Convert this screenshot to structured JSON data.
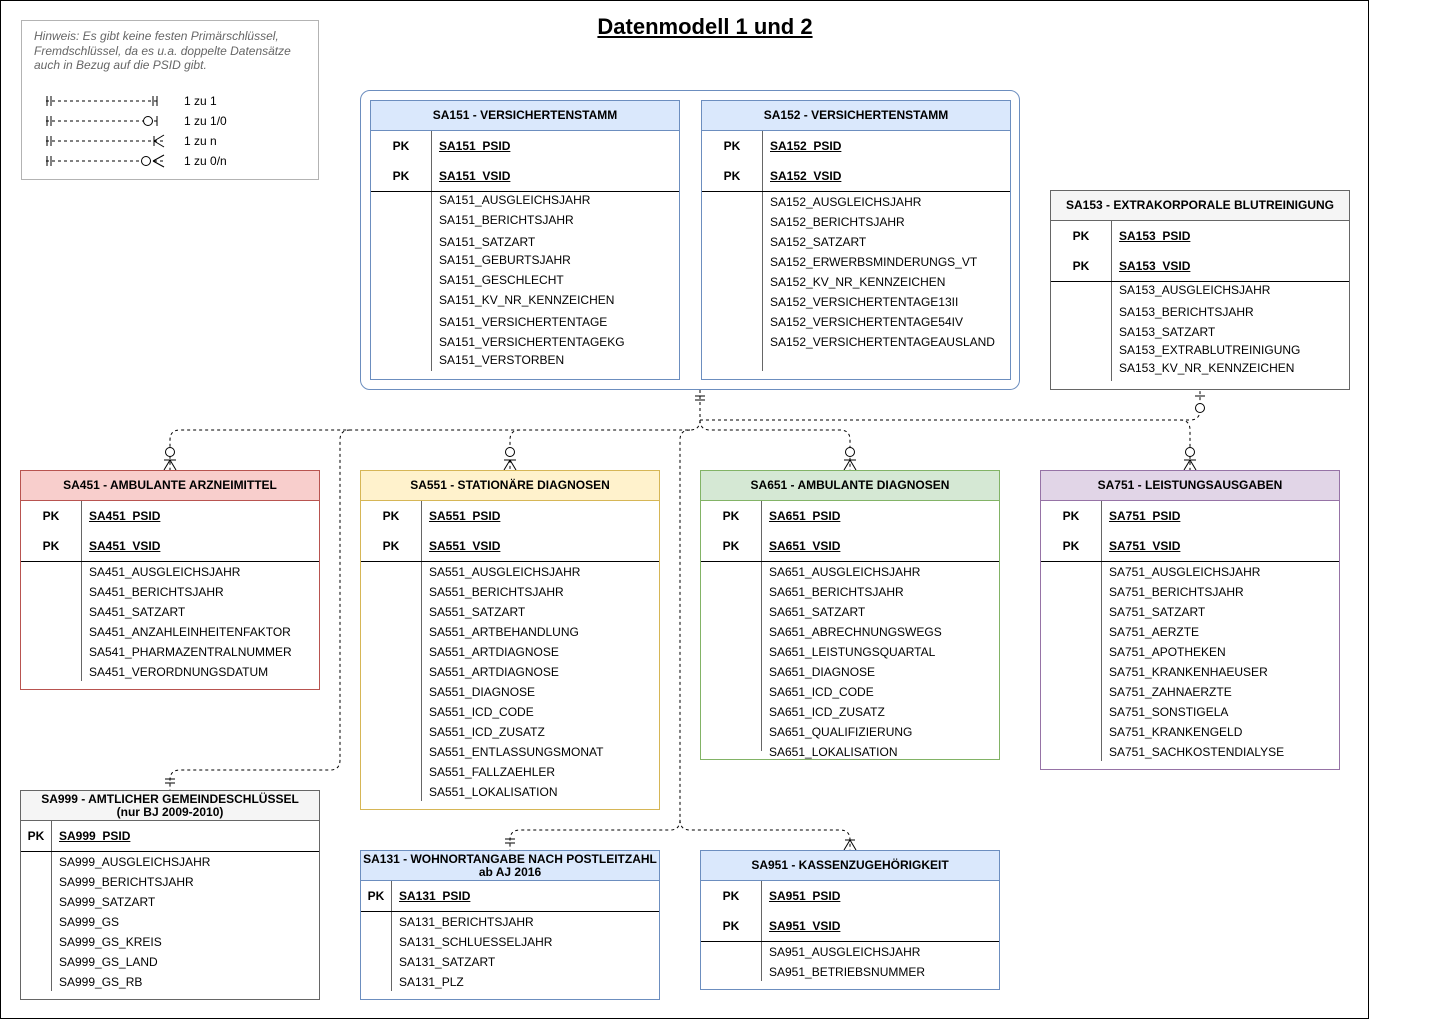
{
  "title": "Datenmodell 1 und 2",
  "legend": {
    "hint": "Hinweis: Es gibt keine festen Primärschlüssel, Fremdschlüssel, da es u.a. doppelte Datensätze auch in Bezug auf die PSID gibt.",
    "items": [
      {
        "label": "1 zu 1",
        "notation": "one-one"
      },
      {
        "label": "1 zu 1/0",
        "notation": "one-zero-one"
      },
      {
        "label": "1 zu n",
        "notation": "one-many"
      },
      {
        "label": "1 zu 0/n",
        "notation": "one-zero-many"
      }
    ]
  },
  "pk_label": "PK",
  "colors": {
    "blue_fill": "#dae8fc",
    "blue_stroke": "#6c8ebf",
    "red_fill": "#f8cecc",
    "red_stroke": "#b85450",
    "yellow_fill": "#fff2cc",
    "yellow_stroke": "#d6b656",
    "green_fill": "#d5e8d4",
    "green_stroke": "#82b366",
    "purple_fill": "#e1d5e7",
    "purple_stroke": "#9673a6",
    "gray_fill": "#f5f5f5",
    "gray_stroke": "#666666"
  },
  "tables": {
    "sa151": {
      "title": "SA151 - VERSICHERTENSTAMM",
      "pk": [
        "SA151_PSID",
        "SA151_VSID"
      ],
      "fields": [
        "SA151_AUSGLEICHSJAHR",
        "SA151_BERICHTSJAHR",
        "SA151_SATZART",
        "SA151_GEBURTSJAHR",
        "SA151_GESCHLECHT",
        "SA151_KV_NR_KENNZEICHEN",
        "SA151_VERSICHERTENTAGE",
        "SA151_VERSICHERTENTAGEKG",
        "SA151_VERSTORBEN"
      ]
    },
    "sa152": {
      "title": "SA152 - VERSICHERTENSTAMM",
      "pk": [
        "SA152_PSID",
        "SA152_VSID"
      ],
      "fields": [
        "SA152_AUSGLEICHSJAHR",
        "SA152_BERICHTSJAHR",
        "SA152_SATZART",
        "SA152_ERWERBSMINDERUNGS_VT",
        "SA152_KV_NR_KENNZEICHEN",
        "SA152_VERSICHERTENTAGE13II",
        "SA152_VERSICHERTENTAGE54IV",
        "SA152_VERSICHERTENTAGEAUSLAND"
      ]
    },
    "sa153": {
      "title": "SA153 - EXTRAKORPORALE BLUTREINIGUNG",
      "pk": [
        "SA153_PSID",
        "SA153_VSID"
      ],
      "fields": [
        "SA153_AUSGLEICHSJAHR",
        "SA153_BERICHTSJAHR",
        "SA153_SATZART",
        "SA153_EXTRABLUTREINIGUNG",
        "SA153_KV_NR_KENNZEICHEN"
      ]
    },
    "sa451": {
      "title": "SA451 - AMBULANTE ARZNEIMITTEL",
      "pk": [
        "SA451_PSID",
        "SA451_VSID"
      ],
      "fields": [
        "SA451_AUSGLEICHSJAHR",
        "SA451_BERICHTSJAHR",
        "SA451_SATZART",
        "SA451_ANZAHLEINHEITENFAKTOR",
        "SA541_PHARMAZENTRALNUMMER",
        "SA451_VERORDNUNGSDATUM"
      ]
    },
    "sa551": {
      "title": "SA551 - STATIONÄRE DIAGNOSEN",
      "pk": [
        "SA551_PSID",
        "SA551_VSID"
      ],
      "fields": [
        "SA551_AUSGLEICHSJAHR",
        "SA551_BERICHTSJAHR",
        "SA551_SATZART",
        "SA551_ARTBEHANDLUNG",
        "SA551_ARTDIAGNOSE",
        "SA551_ARTDIAGNOSE",
        "SA551_DIAGNOSE",
        "SA551_ICD_CODE",
        "SA551_ICD_ZUSATZ",
        "SA551_ENTLASSUNGSMONAT",
        "SA551_FALLZAEHLER",
        "SA551_LOKALISATION"
      ]
    },
    "sa651": {
      "title": "SA651 - AMBULANTE DIAGNOSEN",
      "pk": [
        "SA651_PSID",
        "SA651_VSID"
      ],
      "fields": [
        "SA651_AUSGLEICHSJAHR",
        "SA651_BERICHTSJAHR",
        "SA651_SATZART",
        "SA651_ABRECHNUNGSWEGS",
        "SA651_LEISTUNGSQUARTAL",
        "SA651_DIAGNOSE",
        "SA651_ICD_CODE",
        "SA651_ICD_ZUSATZ",
        "SA651_QUALIFIZIERUNG",
        "SA651_LOKALISATION"
      ]
    },
    "sa751": {
      "title": "SA751 - LEISTUNGSAUSGABEN",
      "pk": [
        "SA751_PSID",
        "SA751_VSID"
      ],
      "fields": [
        "SA751_AUSGLEICHSJAHR",
        "SA751_BERICHTSJAHR",
        "SA751_SATZART",
        "SA751_AERZTE",
        "SA751_APOTHEKEN",
        "SA751_KRANKENHAEUSER",
        "SA751_ZAHNAERZTE",
        "SA751_SONSTIGELA",
        "SA751_KRANKENGELD",
        "SA751_SACHKOSTENDIALYSE"
      ]
    },
    "sa999": {
      "title": "SA999 - AMTLICHER GEMEINDESCHLÜSSEL",
      "subtitle": "(nur BJ 2009-2010)",
      "pk": [
        "SA999_PSID"
      ],
      "fields": [
        "SA999_AUSGLEICHSJAHR",
        "SA999_BERICHTSJAHR",
        "SA999_SATZART",
        "SA999_GS",
        "SA999_GS_KREIS",
        "SA999_GS_LAND",
        "SA999_GS_RB"
      ]
    },
    "sa131": {
      "title": "SA131 - WOHNORTANGABE NACH POSTLEITZAHL",
      "subtitle": "ab AJ 2016",
      "pk": [
        "SA131_PSID"
      ],
      "fields": [
        "SA131_BERICHTSJAHR",
        "SA131_SCHLUESSELJAHR",
        "SA131_SATZART",
        "SA131_PLZ"
      ]
    },
    "sa951": {
      "title": "SA951 - KASSENZUGEHÖRIGKEIT",
      "pk": [
        "SA951_PSID",
        "SA951_VSID"
      ],
      "fields": [
        "SA951_AUSGLEICHSJAHR",
        "SA951_BETRIEBSNUMMER"
      ]
    }
  }
}
